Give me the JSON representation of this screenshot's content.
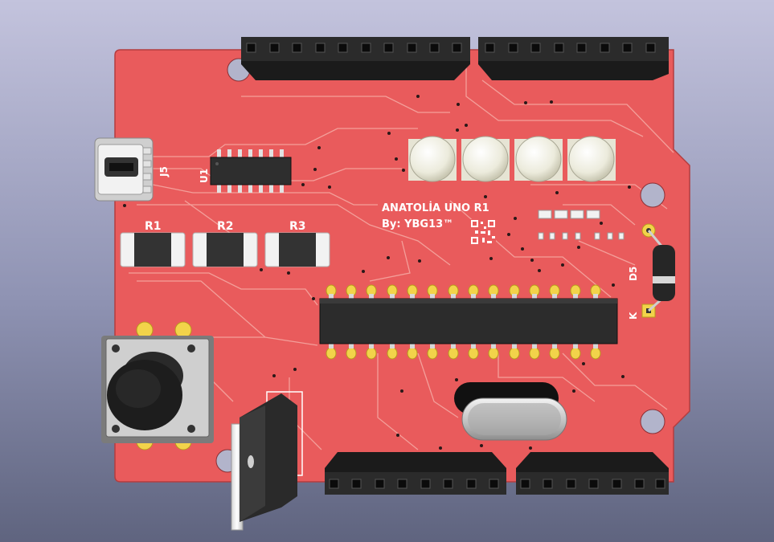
{
  "board": {
    "title": "ANATOLİA UNO R1",
    "author": "By: YBG13™",
    "pcb_color": "#e95b5c",
    "trace_color": "#f4a6a0",
    "silk_color": "#ffffff"
  },
  "designators": {
    "usb": "J5",
    "ic": "U1",
    "r1": "R1",
    "r2": "R2",
    "r3": "R3",
    "diode": "D5",
    "diode_pin": "K"
  },
  "components": {
    "usb_icon": "micro-usb-connector",
    "leds_icon": "led",
    "button_icon": "tactile-push-button",
    "regulator_icon": "to220-regulator",
    "crystal_icon": "hc49-crystal",
    "mcu_icon": "dip28-mcu",
    "qr_icon": "qr-code"
  }
}
